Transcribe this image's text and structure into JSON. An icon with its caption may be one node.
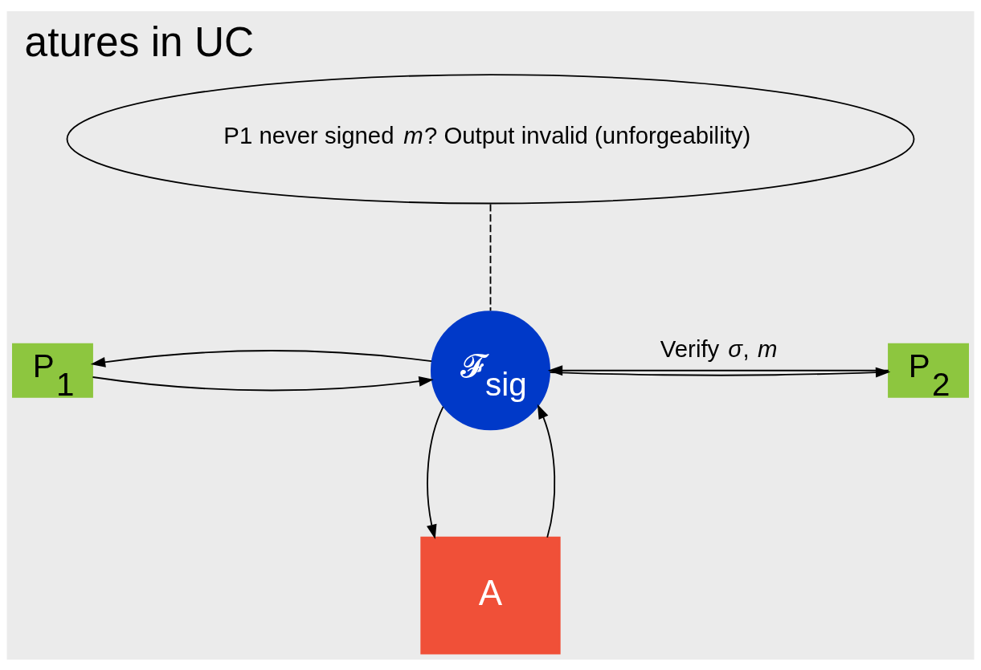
{
  "diagram": {
    "title": "atures in UC",
    "nodes": [
      {
        "text": [
          "P$_{1}$"
        ]
      },
      {
        "text": [
          "𝓕$_{sig}$"
        ]
      },
      {
        "text": [
          "P$_{2}$"
        ]
      },
      {
        "text": [
          "A"
        ]
      },
      {
        "text": [
          "P1 never signed *m*? Output invalid (unforgeability)"
        ]
      }
    ],
    "edges": [
      {
        "from": 0,
        "to": 1,
        "arrow": "to"
      },
      {
        "from": 1,
        "to": 0,
        "arrow": "to"
      },
      {
        "from": 2,
        "to": 1,
        "arrow": "to",
        "label": "Verify *σ*, *m*"
      },
      {
        "from": 1,
        "to": 2,
        "arrow": "to"
      },
      {
        "from": 1,
        "to": 3,
        "arrow": "to"
      },
      {
        "from": 3,
        "to": 1,
        "arrow": "to"
      },
      {
        "from": 4,
        "to": 1,
        "arrow": "none",
        "style": "dashed"
      }
    ]
  }
}
